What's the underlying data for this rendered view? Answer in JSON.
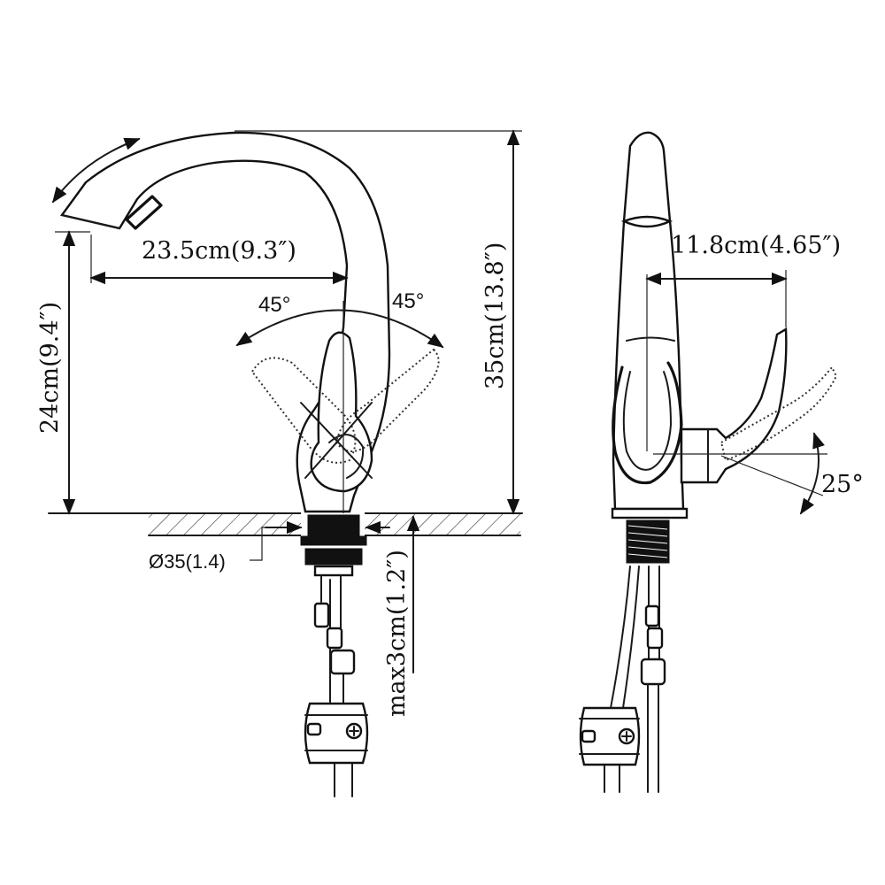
{
  "diagram": {
    "front_view": {
      "spout_reach": "23.5cm(9.3″)",
      "spout_height": "24cm(9.4″)",
      "total_height": "35cm(13.8″)",
      "handle_angle_left": "45°",
      "handle_angle_right": "45°",
      "hole_diameter": "Ø35(1.4)",
      "max_deck_thickness": "max3cm(1.2″)"
    },
    "side_view": {
      "handle_reach": "11.8cm(4.65″)",
      "handle_tilt": "25°"
    }
  }
}
